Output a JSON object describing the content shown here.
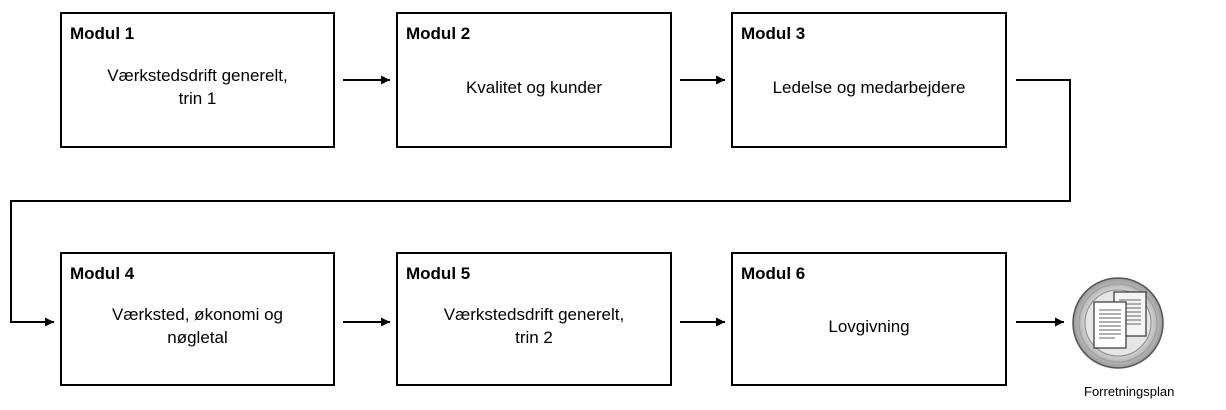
{
  "modules": [
    {
      "title": "Modul 1",
      "text": "Værkstedsdrift generelt,\ntrin 1"
    },
    {
      "title": "Modul 2",
      "text": "Kvalitet og kunder"
    },
    {
      "title": "Modul 3",
      "text": "Ledelse og medarbejdere"
    },
    {
      "title": "Modul 4",
      "text": "Værksted, økonomi og\nnøgletal"
    },
    {
      "title": "Modul 5",
      "text": "Værkstedsdrift generelt,\ntrin 2"
    },
    {
      "title": "Modul 6",
      "text": "Lovgivning"
    }
  ],
  "result": {
    "label": "Forretningsplan",
    "icon": "business-plan-document-icon"
  }
}
